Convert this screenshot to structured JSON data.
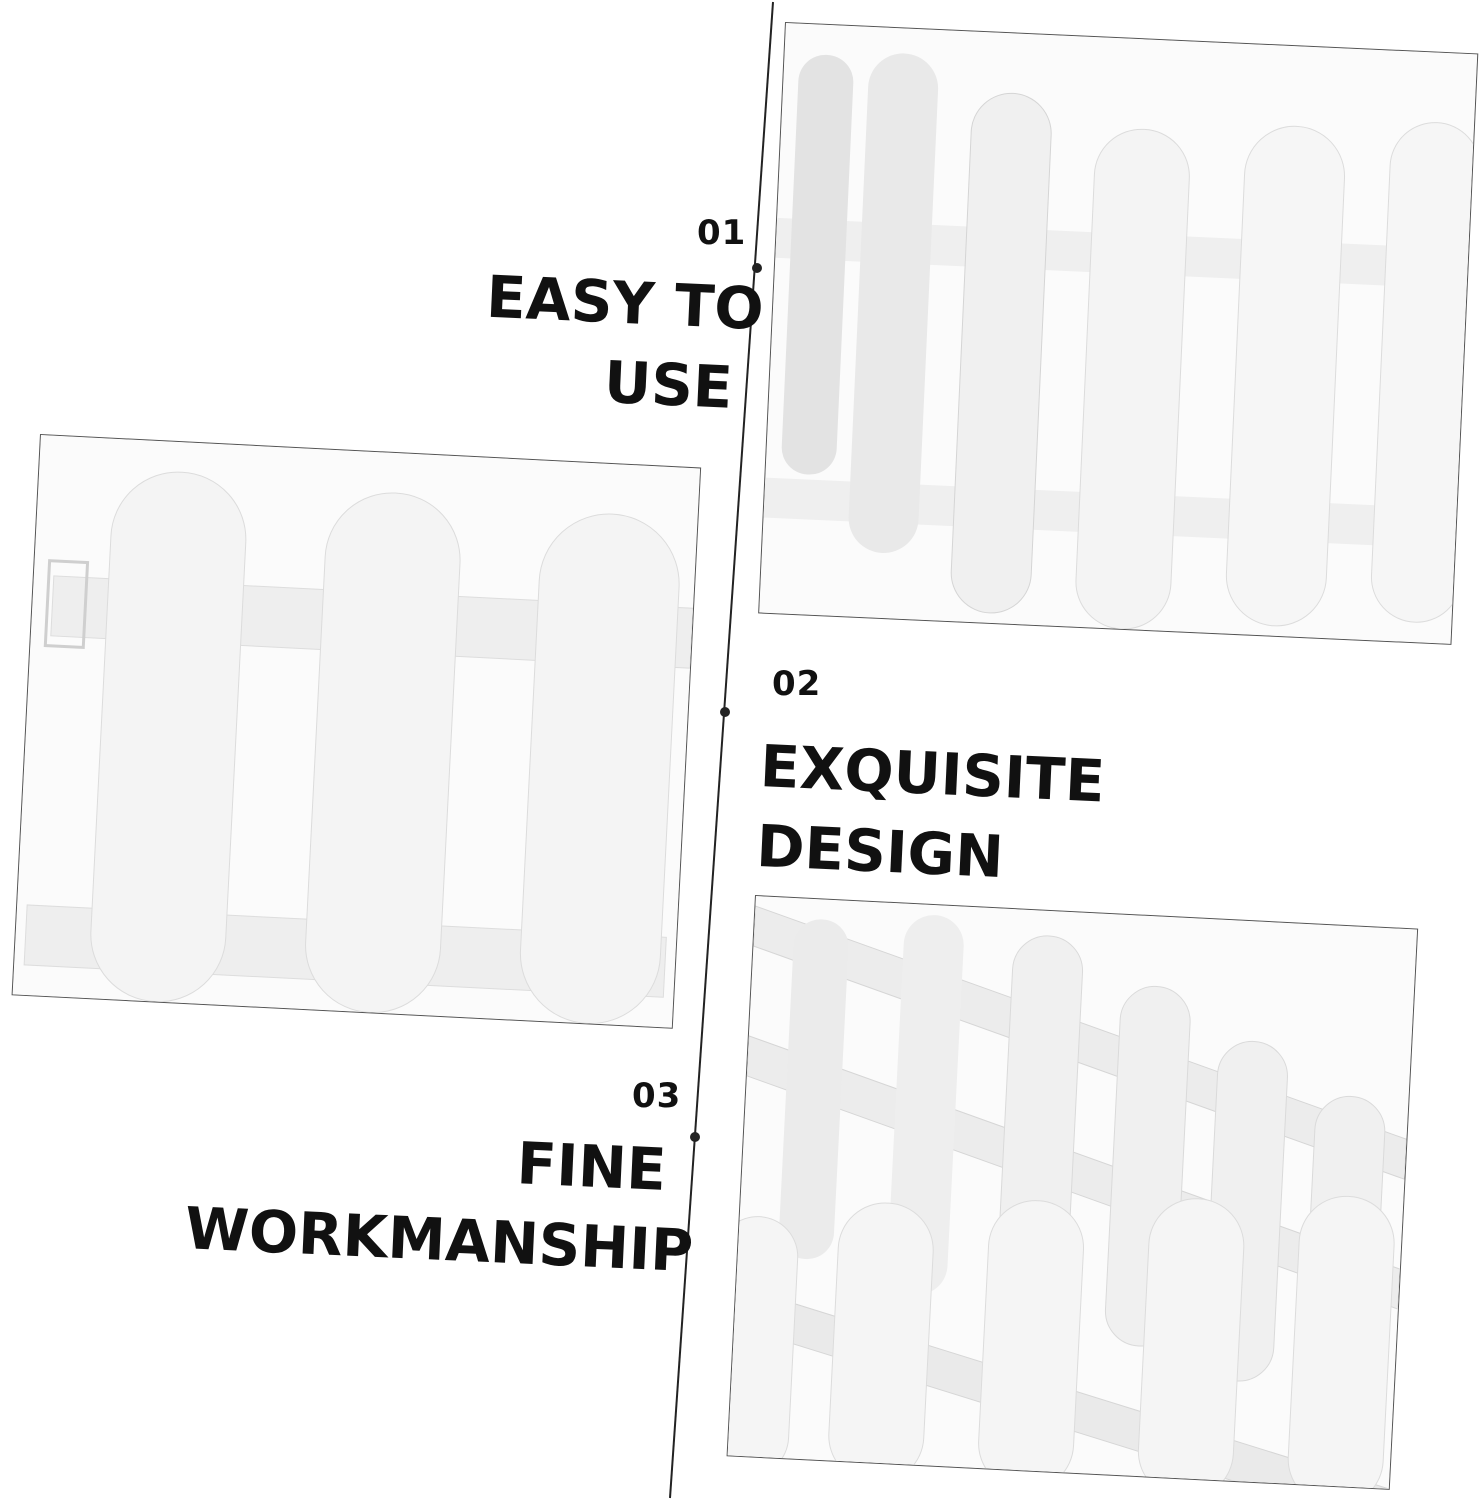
{
  "features": [
    {
      "number": "01",
      "title_line1": "EASY TO",
      "title_line2": "USE"
    },
    {
      "number": "02",
      "title_line1": "EXQUISITE",
      "title_line2": "DESIGN"
    },
    {
      "number": "03",
      "title_line1": "FINE",
      "title_line2": "WORKMANSHIP"
    }
  ],
  "photos": [
    {
      "subject": "white picket fence panels standing in a zigzag"
    },
    {
      "subject": "white picket fence panel close-up"
    },
    {
      "subject": "white picket fence panels viewed at an angle"
    }
  ],
  "colors": {
    "text": "#111111",
    "line": "#222222",
    "fence": "#f4f4f4",
    "fence_shadow": "#d9d9d9"
  }
}
